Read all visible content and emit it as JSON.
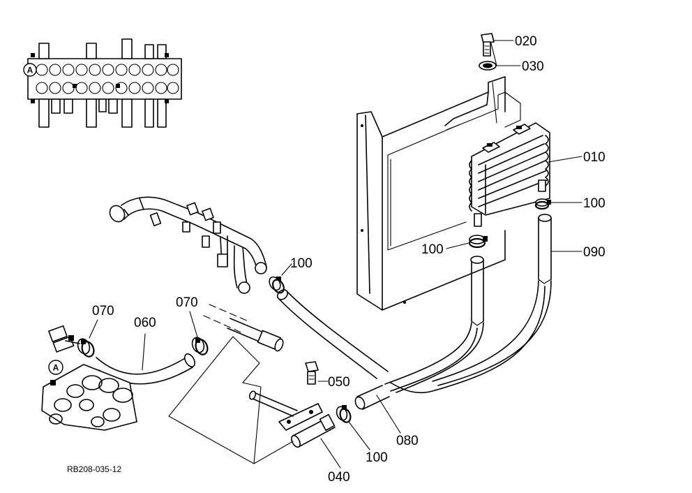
{
  "callouts": {
    "c020": "020",
    "c030": "030",
    "c010": "010",
    "c100_cooler": "100",
    "c090": "090",
    "c100_lower": "100",
    "c100_pipe": "100",
    "c070_left": "070",
    "c060": "060",
    "c070_right": "070",
    "c050": "050",
    "c080": "080",
    "c100_bottom": "100",
    "c040": "040"
  },
  "markers": {
    "detail_a_inset": "A",
    "detail_a_valve": "A"
  },
  "caption": "RB208-035-12"
}
